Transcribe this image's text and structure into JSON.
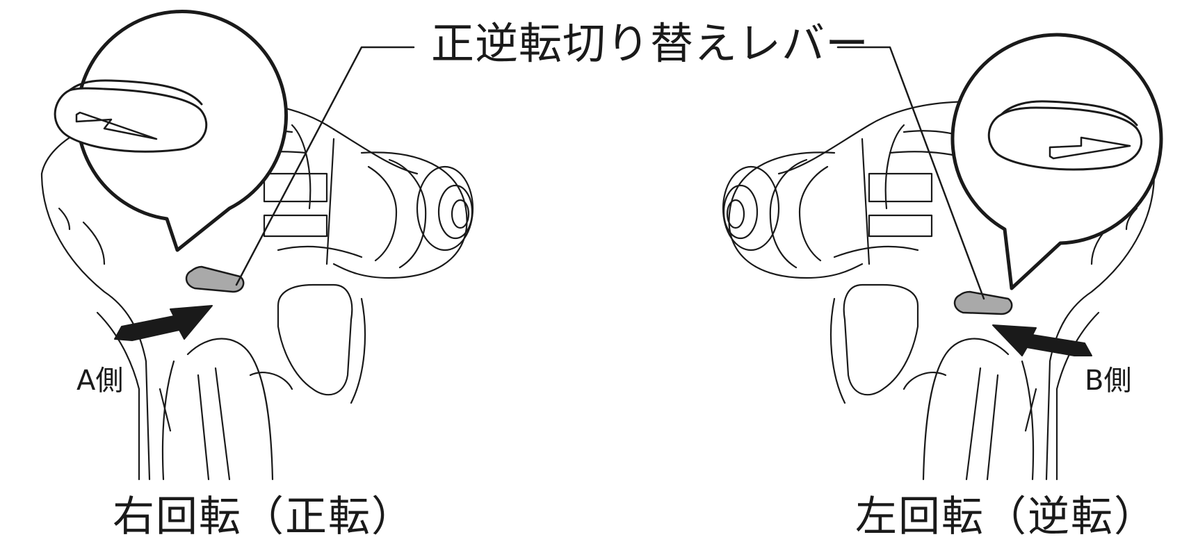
{
  "labels": {
    "title": "正逆転切り替えレバー",
    "side_a": "A側",
    "side_b": "B側",
    "caption_right": "右回転（正転）",
    "caption_left": "左回転（逆転）"
  },
  "colors": {
    "line": "#1a1a1a",
    "lever_fill": "#a9a9a9",
    "background": "#ffffff"
  },
  "icons": {
    "callout_symbol": "rotation-direction-arrow-icon",
    "push_arrow": "push-arrow-icon"
  }
}
